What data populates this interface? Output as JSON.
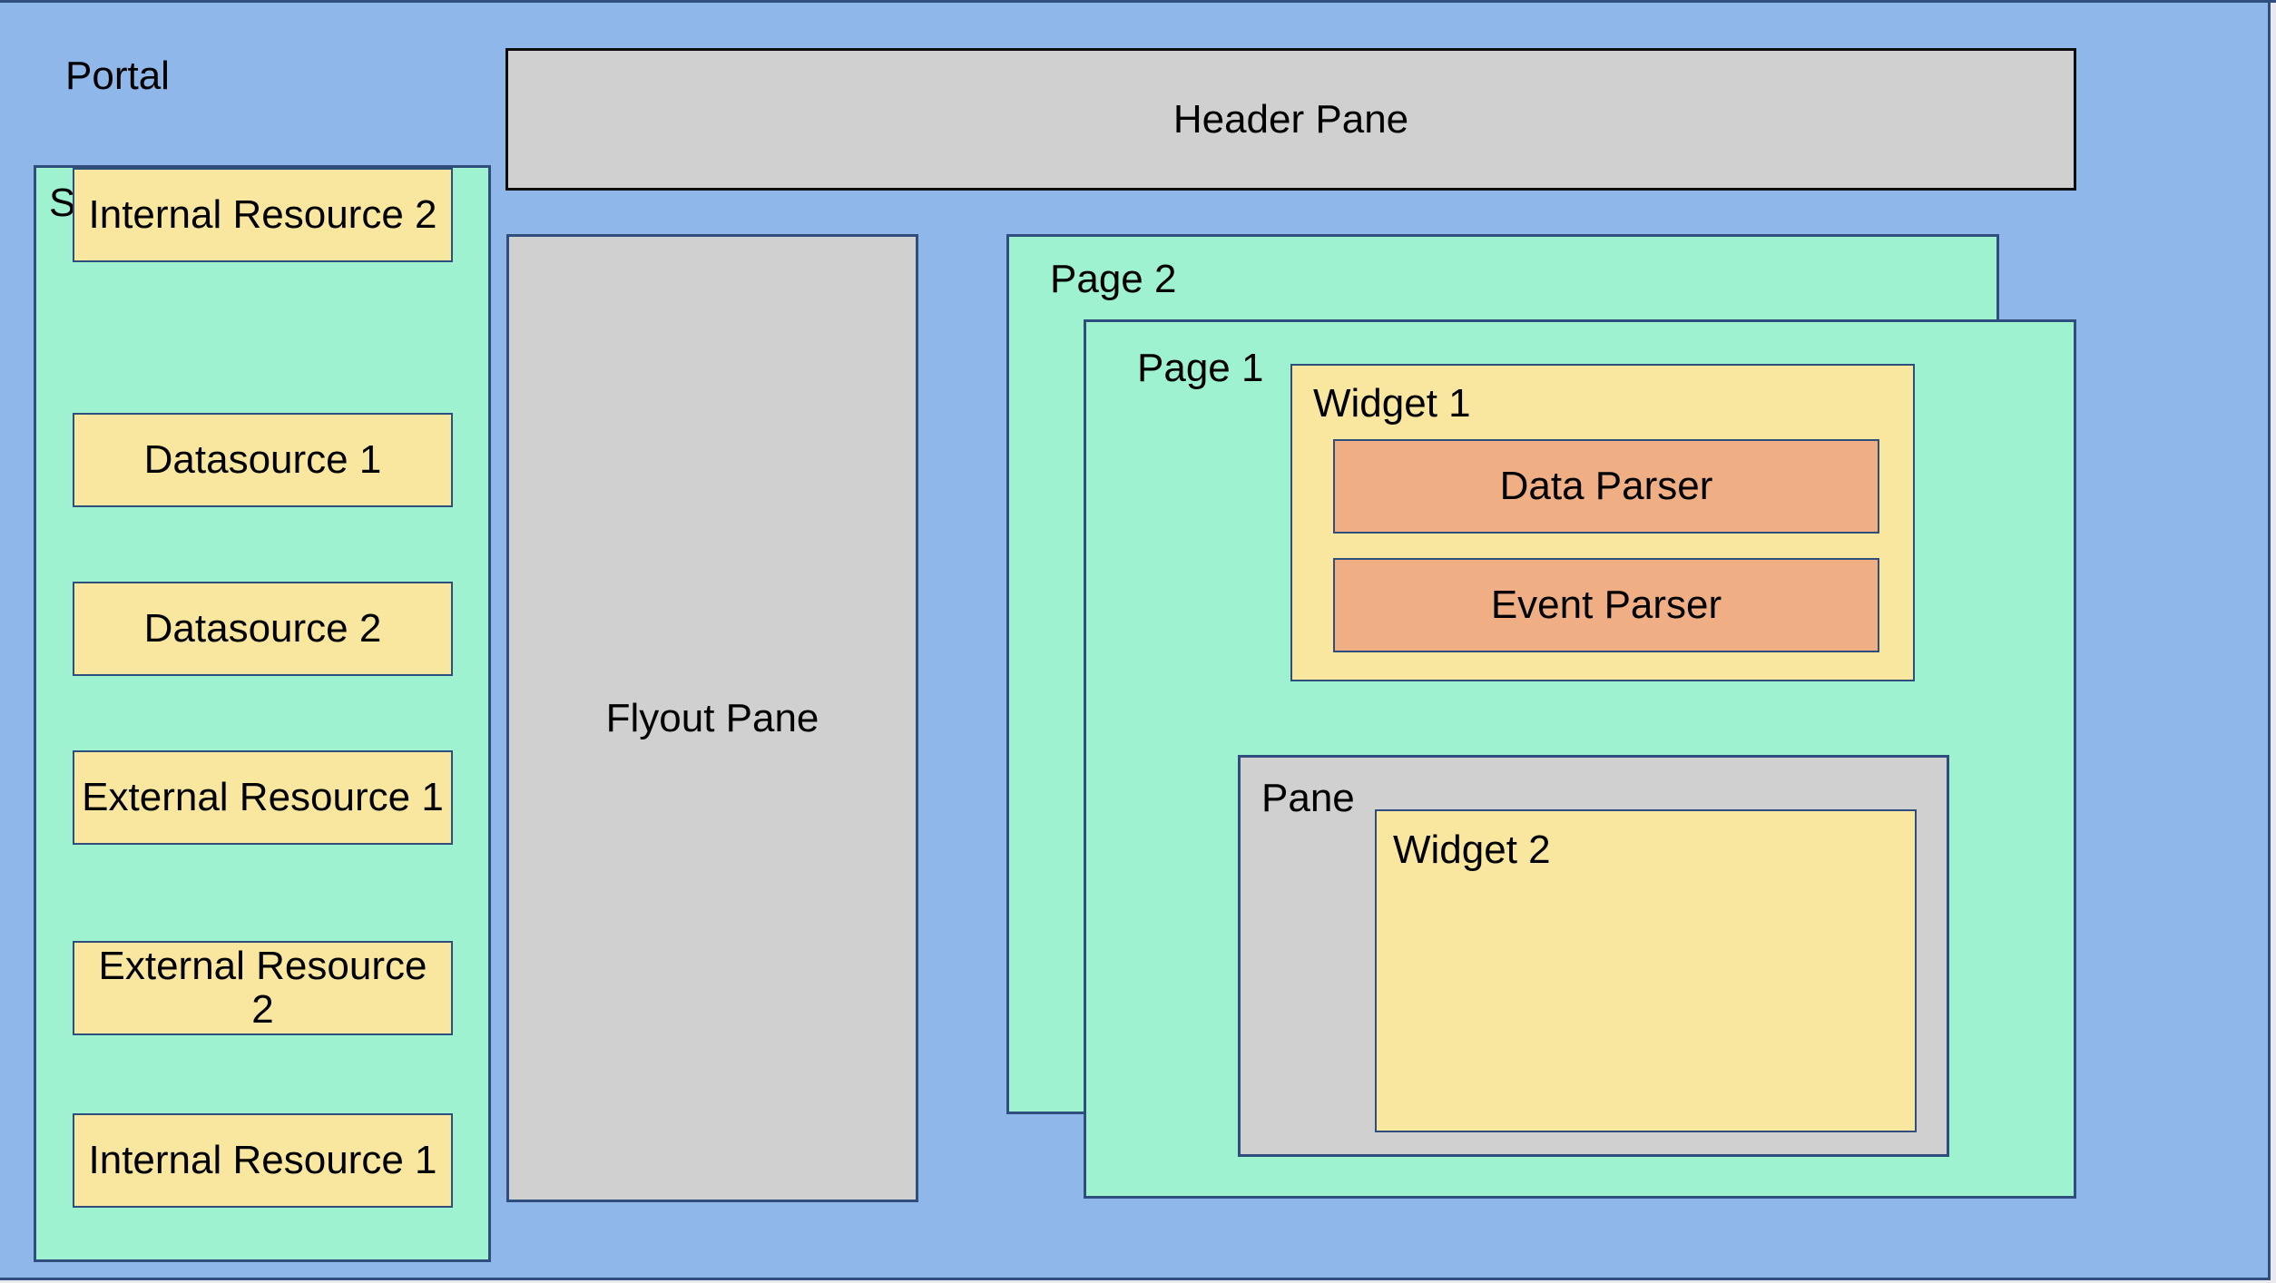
{
  "theme": {
    "canvas_bg": "#8FB7EA",
    "outer_bg": "#E8EAF0",
    "border_navy": "#2F4E7E",
    "border_black": "#0D0D0D",
    "green": "#9FF2CF",
    "yellow": "#FAE79F",
    "orange": "#EFAE84",
    "gray": "#D1D0D0",
    "text": "#000000"
  },
  "portal": {
    "label": "Portal"
  },
  "sources": {
    "label": "Sources",
    "items": [
      "Datasource 1",
      "Datasource 2",
      "External Resource 1",
      "External Resource\n2",
      "Internal Resource 1",
      "Internal Resource 2"
    ]
  },
  "header": {
    "label": "Header Pane"
  },
  "flyout": {
    "label": "Flyout Pane"
  },
  "pages": {
    "page2": "Page 2",
    "page1": "Page 1"
  },
  "widget1": {
    "label": "Widget 1",
    "parsers": [
      "Data Parser",
      "Event Parser"
    ]
  },
  "pane": {
    "label": "Pane"
  },
  "widget2": {
    "label": "Widget 2"
  }
}
